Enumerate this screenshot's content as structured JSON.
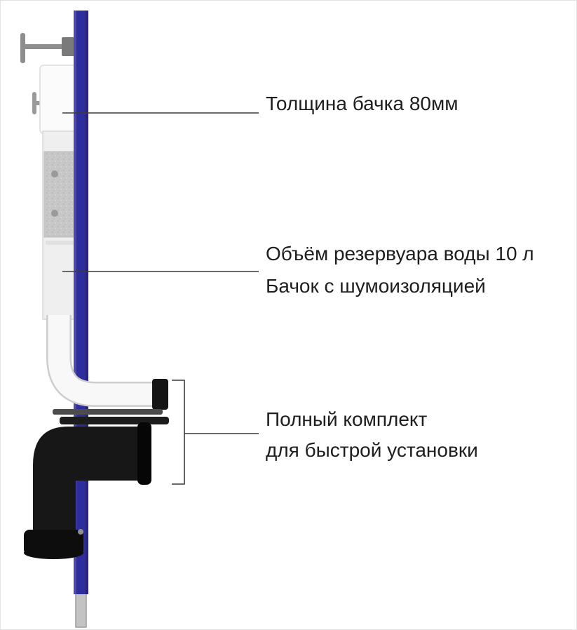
{
  "page": {
    "background": "#ffffff",
    "border_color": "#e3e3e3"
  },
  "illustration": {
    "subject": "wall-hung toilet installation frame with concealed cistern, side view",
    "colors": {
      "rail_blue": "#2f2c9c",
      "drain_black": "#161616",
      "metal_gray": "#8e8e8e",
      "tank_white": "#f2f2f2",
      "leader_line": "#3c3c3c"
    }
  },
  "callouts": [
    {
      "id": "tank-thickness",
      "lines": [
        "Толщина бачка 80мм"
      ]
    },
    {
      "id": "reservoir",
      "lines": [
        "Объём резервуара воды 10 л",
        "Бачок с шумоизоляцией"
      ]
    },
    {
      "id": "quick-install-kit",
      "lines": [
        "Полный комплект",
        "для быстрой установки"
      ]
    }
  ]
}
